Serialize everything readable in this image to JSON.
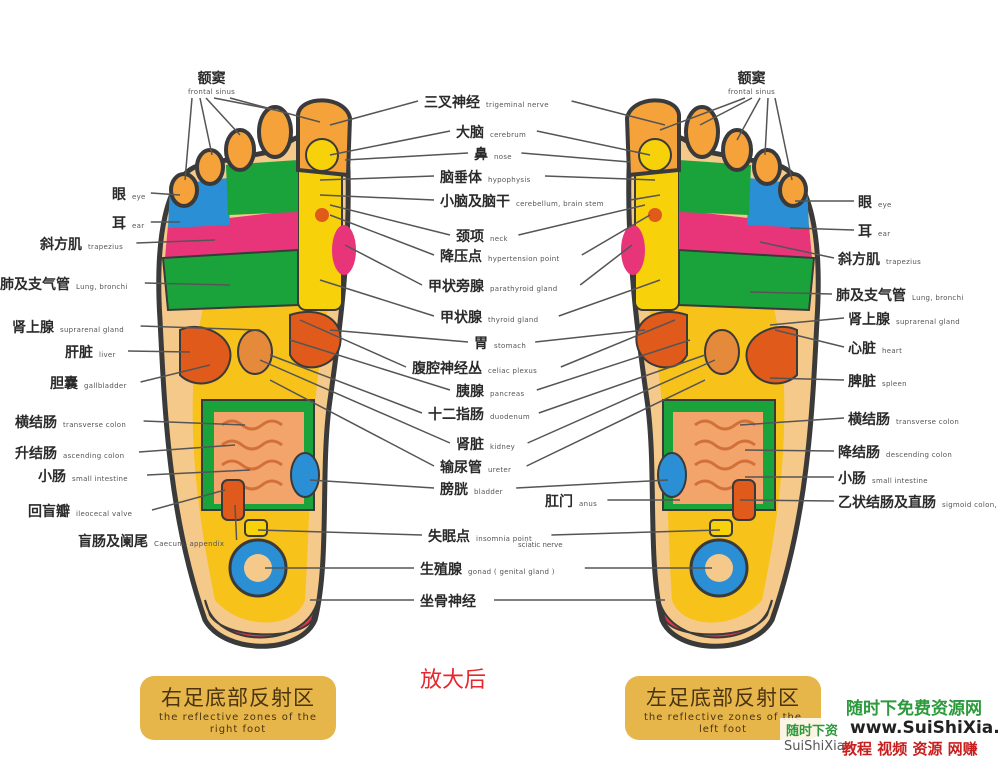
{
  "colors": {
    "outline": "#3a3a3a",
    "toe": "#f5a23a",
    "yellow": "#f7d20a",
    "green": "#1aa33a",
    "blue": "#2b8fd6",
    "pink": "#e8357a",
    "skin": "#f5c98a",
    "heel": "#e8334a",
    "plaque": "#e6b64a",
    "accent_red": "#e8262c"
  },
  "center_labels": [
    {
      "cn": "三叉神经",
      "en": "trigeminal nerve"
    },
    {
      "cn": "大脑",
      "en": "cerebrum"
    },
    {
      "cn": "鼻",
      "en": "nose"
    },
    {
      "cn": "脑垂体",
      "en": "hypophysis"
    },
    {
      "cn": "小脑及脑干",
      "en": "cerebellum, brain stem"
    },
    {
      "cn": "颈项",
      "en": "neck"
    },
    {
      "cn": "降压点",
      "en": "hypertension point"
    },
    {
      "cn": "甲状旁腺",
      "en": "parathyroid gland"
    },
    {
      "cn": "甲状腺",
      "en": "thyroid gland"
    },
    {
      "cn": "胃",
      "en": "stomach"
    },
    {
      "cn": "腹腔神经丛",
      "en": "celiac plexus"
    },
    {
      "cn": "胰腺",
      "en": "pancreas"
    },
    {
      "cn": "十二指肠",
      "en": "duodenum"
    },
    {
      "cn": "肾脏",
      "en": "kidney"
    },
    {
      "cn": "输尿管",
      "en": "ureter"
    },
    {
      "cn": "膀胱",
      "en": "bladder"
    },
    {
      "cn": "肛门",
      "en": "anus"
    },
    {
      "cn": "失眠点",
      "en": "insomnia point",
      "en2": "sciatic nerve"
    },
    {
      "cn": "生殖腺",
      "en": "gonad ( genital gland )"
    },
    {
      "cn": "坐骨神经",
      "en": ""
    }
  ],
  "right_foot_labels": [
    {
      "cn": "额窦",
      "en": "frontal sinus"
    },
    {
      "cn": "眼",
      "en": "eye"
    },
    {
      "cn": "耳",
      "en": "ear"
    },
    {
      "cn": "斜方肌",
      "en": "trapezius"
    },
    {
      "cn": "肺及支气管",
      "en": "Lung, bronchi"
    },
    {
      "cn": "肾上腺",
      "en": "suprarenal gland"
    },
    {
      "cn": "肝脏",
      "en": "liver"
    },
    {
      "cn": "胆囊",
      "en": "gallbladder"
    },
    {
      "cn": "横结肠",
      "en": "transverse colon"
    },
    {
      "cn": "升结肠",
      "en": "ascending colon"
    },
    {
      "cn": "小肠",
      "en": "small intestine"
    },
    {
      "cn": "回盲瓣",
      "en": "ileocecal valve"
    },
    {
      "cn": "盲肠及阑尾",
      "en": "Caecum, appendix"
    }
  ],
  "left_foot_labels": [
    {
      "cn": "额窦",
      "en": "frontal sinus"
    },
    {
      "cn": "眼",
      "en": "eye"
    },
    {
      "cn": "耳",
      "en": "ear"
    },
    {
      "cn": "斜方肌",
      "en": "trapezius"
    },
    {
      "cn": "肺及支气管",
      "en": "Lung, bronchi"
    },
    {
      "cn": "肾上腺",
      "en": "suprarenal gland"
    },
    {
      "cn": "心脏",
      "en": "heart"
    },
    {
      "cn": "脾脏",
      "en": "spleen"
    },
    {
      "cn": "横结肠",
      "en": "transverse colon"
    },
    {
      "cn": "降结肠",
      "en": "descending colon"
    },
    {
      "cn": "小肠",
      "en": "small intestine"
    },
    {
      "cn": "乙状结肠及直肠",
      "en": "sigmoid colon, rectum"
    }
  ],
  "zoomed_note": "放大后",
  "plaques": {
    "right": {
      "title": "右足底部反射区",
      "sub1": "the reflective zones of the",
      "sub2": "right foot"
    },
    "left": {
      "title": "左足底部反射区",
      "sub1": "the reflective zones of the",
      "sub2": "left foot"
    }
  },
  "watermark": {
    "line1": "随时下免费资源网",
    "small": "随时下资",
    "url": "www.SuiShiXia.com",
    "brand": "SuiShiXia",
    "tags": "教程 视频 资源 网赚"
  }
}
